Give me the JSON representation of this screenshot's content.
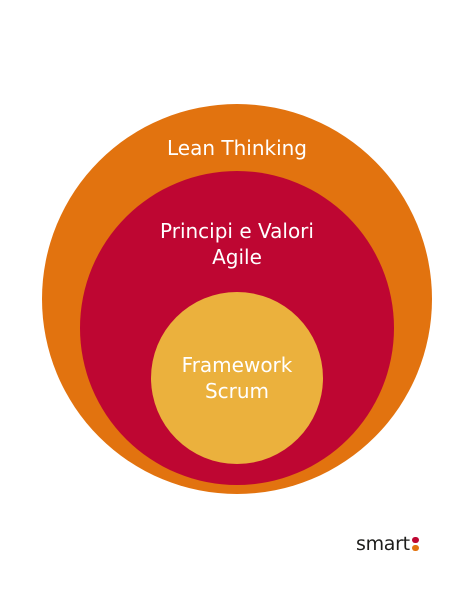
{
  "diagram": {
    "outer": {
      "label": "Lean Thinking",
      "color": "#e2730f"
    },
    "middle": {
      "label_lines": [
        "Principi e Valori",
        "Agile"
      ],
      "color": "#be0632"
    },
    "inner": {
      "label_lines": [
        "Framework",
        "Scrum"
      ],
      "color": "#ebb13d"
    }
  },
  "logo": {
    "text": "smart",
    "dot_colors": [
      "#be0632",
      "#e2730f"
    ]
  }
}
